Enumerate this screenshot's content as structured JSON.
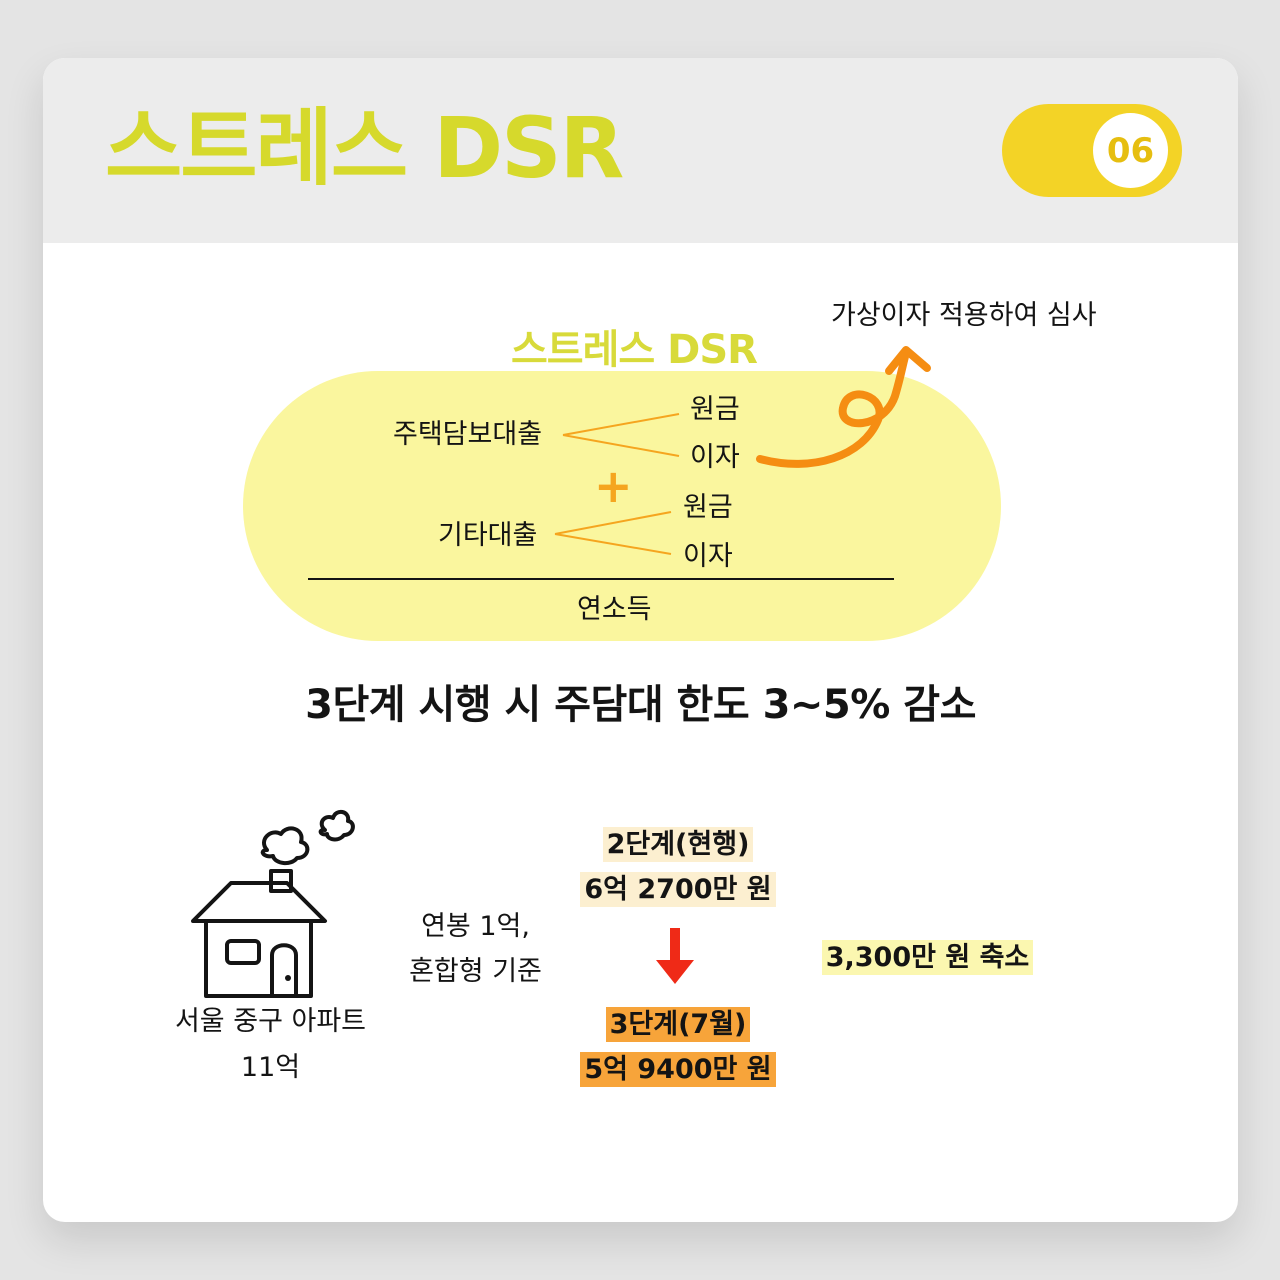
{
  "header": {
    "title": "스트레스 DSR",
    "page_number": "06"
  },
  "diagram": {
    "label": "스트레스 DSR",
    "note": "가상이자 적용하여 심사",
    "mortgage": {
      "name": "주택담보대출",
      "principal": "원금",
      "interest": "이자"
    },
    "plus": "+",
    "other_loans": {
      "name": "기타대출",
      "principal": "원금",
      "interest": "이자"
    },
    "denominator": "연소득"
  },
  "headline": "3단계 시행 시 주담대 한도 3~5% 감소",
  "example": {
    "house_line1": "서울 중구 아파트",
    "house_line2": "11억",
    "cond_line1": "연봉 1억,",
    "cond_line2": "혼합형 기준",
    "stage2_label": "2단계(현행)",
    "stage2_value": "6억 2700만 원",
    "stage3_label": "3단계(7월)",
    "stage3_value": "5억 9400만 원",
    "reduction": "3,300만 원 축소"
  },
  "colors": {
    "title": "#d6d92c",
    "badge": "#f3d326",
    "pill": "#faf69e",
    "connector": "#f5a51f",
    "arrow_swirl": "#f58d12",
    "down_arrow": "#ef2a17",
    "stage2_highlight": "#fcefd0",
    "stage3_highlight": "#f7a43a",
    "reduction_highlight": "#fbf7b0"
  }
}
